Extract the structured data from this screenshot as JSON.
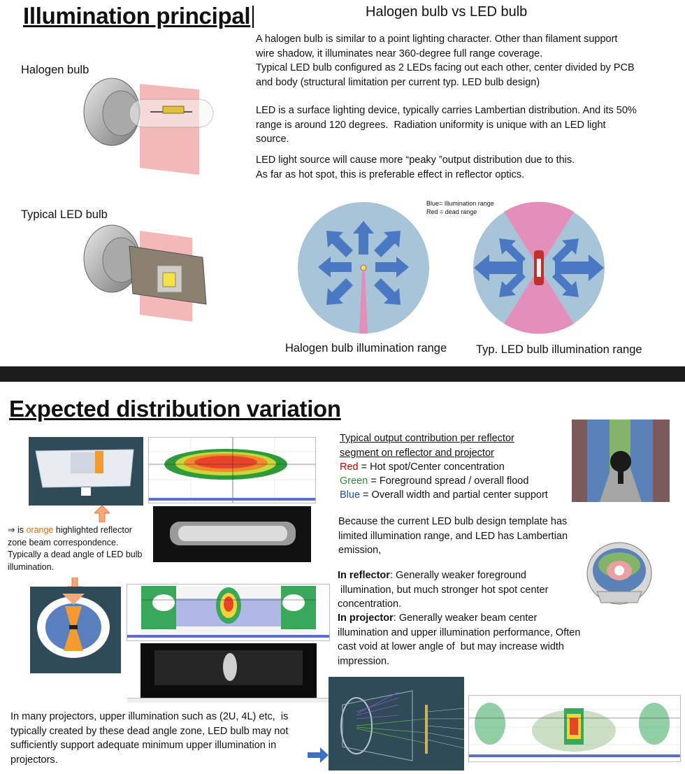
{
  "slide1": {
    "title": "Illumination principal",
    "subtitle": "Halogen bulb vs LED bulb",
    "halogen_label": "Halogen bulb",
    "led_label": "Typical LED bulb",
    "paragraph1": "A halogen bulb is similar to a point lighting character. Other than filament support\nwire shadow, it illuminates near 360-degree full range coverage.\nTypical LED bulb configured as 2 LEDs facing out each other, center divided by PCB\nand body (structural limitation per current typ. LED bulb design)",
    "paragraph2": "LED is a surface lighting device, typically carries Lambertian distribution. And its 50%\nrange is around 120 degrees.  Radiation uniformity is unique with an LED light\nsource.",
    "paragraph3": "LED light source will cause more “peaky ”output distribution due to this.\nAs far as hot spot, this is preferable effect in reflector optics.",
    "legend_line1": "Blue= Illumination  range",
    "legend_line2": "Red = dead range",
    "caption_halogen": "Halogen bulb illumination range",
    "caption_led": "Typ. LED bulb illumination  range"
  },
  "slide2": {
    "title": "Expected distribution variation",
    "contrib_heading": "Typical output contribution per reflector\nsegment on reflector and projector",
    "red_word": "Red",
    "red_rest": " = Hot spot/Center concentration",
    "green_word": "Green",
    "green_rest": " = Foreground spread / overall flood",
    "blue_word": "Blue",
    "blue_rest": " = Overall width and partial center support",
    "because_text": "Because the current LED bulb design template has\nlimited illumination range, and LED has Lambertian\nemission,",
    "reflector_bold": "In reflector",
    "reflector_rest": ": Generally weaker foreground\n illumination, but much stronger hot spot center\nconcentration.",
    "projector_bold": "In projector",
    "projector_rest": ": Generally weaker beam center\nillumination and upper illumination performance, Often\ncast void at lower angle of  but may increase width\nimpression.",
    "arrow_note_prefix": "⇒ is ",
    "arrow_note_orange": "orange",
    "arrow_note_rest": " highlighted reflector\nzone beam correspondence.\nTypically a dead angle of LED bulb\nillumination.",
    "bottom_text": "In many projectors, upper illumination such as (2U, 4L) etc,  is\ntypically created by these dead angle zone, LED bulb may not\nsufficiently support adequate minimum upper illumination in\nprojectors."
  },
  "colors": {
    "red": "#cc0000",
    "green": "#2e8b2e",
    "blue": "#1f4e9c",
    "orange": "#e36c09",
    "circle_fill": "#a7c4d9",
    "dead_range": "#e38fba",
    "arrow_blue": "#4a78c2"
  }
}
